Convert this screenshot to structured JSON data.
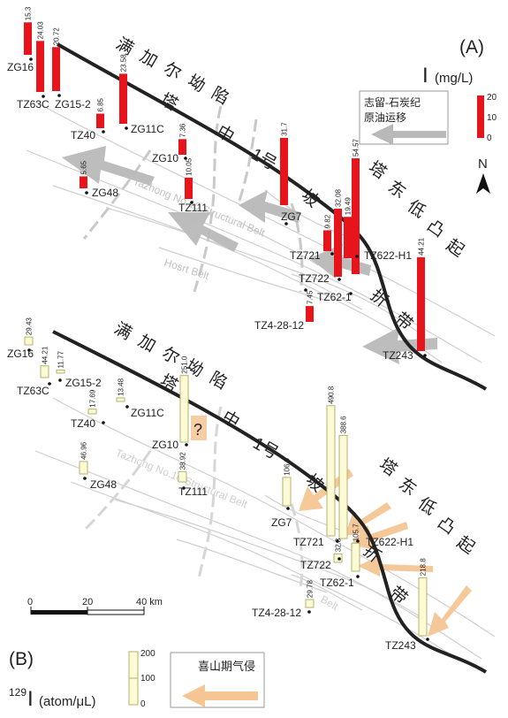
{
  "panel_a": {
    "label": "(A)",
    "unit_symbol": "I",
    "unit": "(mg/L)",
    "scale_ticks": [
      "20",
      "10",
      "0"
    ],
    "legend_text_line1": "志留-石炭纪",
    "legend_text_line2": "原油运移",
    "north": "N",
    "region_labels": {
      "depression": [
        "满",
        "加",
        "尔",
        "坳",
        "陷"
      ],
      "zone": [
        "塔",
        "中",
        "1号",
        "坡",
        "折",
        "带"
      ],
      "uplift": [
        "塔",
        "东",
        "低",
        "凸",
        "起"
      ],
      "structure_belt": "Tazhong No.10 Structural Belt",
      "hosrt_belt": "Hosrt Belt"
    },
    "bars": [
      {
        "well": "ZG16",
        "value": 15.3,
        "value_label": "15.3"
      },
      {
        "well": "TZ63C",
        "value": 24.03,
        "value_label": "24.03"
      },
      {
        "well": "ZG15-2",
        "value": 20.72,
        "value_label": "20.72"
      },
      {
        "well": "ZG11C",
        "value": 23.58,
        "value_label": "23.58"
      },
      {
        "well": "TZ40",
        "value": 6.85,
        "value_label": "6.85"
      },
      {
        "well": "ZG10",
        "value": 7.36,
        "value_label": "7.36"
      },
      {
        "well": "ZG48",
        "value": 5.65,
        "value_label": "5.65"
      },
      {
        "well": "TZ111",
        "value": 10.05,
        "value_label": "10.05"
      },
      {
        "well": "ZG7",
        "value": 31.7,
        "value_label": "31.7"
      },
      {
        "well": "TZ721",
        "value": 9.82,
        "value_label": "9.82"
      },
      {
        "well": "TZ722",
        "value": 32.08,
        "value_label": "32.08"
      },
      {
        "well": "TZ62-1",
        "value": 19.49,
        "value_label": "19.49"
      },
      {
        "well": "TZ622-H1",
        "value": 54.57,
        "value_label": "54.57"
      },
      {
        "well": "TZ4-28-12",
        "value": 7.45,
        "value_label": "7.45"
      },
      {
        "well": "TZ243",
        "value": 44.21,
        "value_label": "44.21"
      }
    ]
  },
  "panel_b": {
    "label": "(B)",
    "unit_prefix": "129",
    "unit_symbol": "I",
    "unit": "(atom/μL)",
    "scale_ticks": [
      "200",
      "100",
      "0"
    ],
    "legend_text": "喜山期气侵",
    "question_mark": "?",
    "scalebar": {
      "ticks": [
        "0",
        "20",
        "40 km"
      ]
    },
    "region_labels": {
      "depression": [
        "满",
        "加",
        "尔",
        "坳",
        "陷"
      ],
      "zone": [
        "塔",
        "中",
        "1号",
        "坡",
        "折",
        "带"
      ],
      "uplift": [
        "塔",
        "东",
        "低",
        "凸",
        "起"
      ],
      "structure_belt": "Tazhong No.10 Structural Belt",
      "hosrt_belt": "Belt"
    },
    "bars": [
      {
        "well": "ZG16",
        "value": 29.43,
        "value_label": "29.43"
      },
      {
        "well": "TZ63C",
        "value": 44.21,
        "value_label": "44.21"
      },
      {
        "well": "ZG15-2",
        "value": 11.77,
        "value_label": "11.77"
      },
      {
        "well": "TZ40",
        "value": 17.69,
        "value_label": "17.69"
      },
      {
        "well": "ZG11C",
        "value": 13.48,
        "value_label": "13.48"
      },
      {
        "well": "ZG10",
        "value": 251.0,
        "value_label": "251.0"
      },
      {
        "well": "TZ111",
        "value": 38.92,
        "value_label": "38.92"
      },
      {
        "well": "ZG48",
        "value": 46.96,
        "value_label": "46.96"
      },
      {
        "well": "ZG7",
        "value": 106.9,
        "value_label": "106.9"
      },
      {
        "well": "TZ721",
        "value": 490.8,
        "value_label": "490.8"
      },
      {
        "well": "TZ622-H1",
        "value": 388.6,
        "value_label": "388.6"
      },
      {
        "well": "TZ722",
        "value": 32.3,
        "value_label": "32.3"
      },
      {
        "well": "TZ62-1",
        "value": 105.7,
        "value_label": "105.7"
      },
      {
        "well": "TZ4-28-12",
        "value": 29.78,
        "value_label": "29.78"
      },
      {
        "well": "TZ243",
        "value": 218.8,
        "value_label": "218.8"
      }
    ]
  },
  "colors": {
    "panel_a_bar": "#e8141b",
    "panel_b_bar": "#fdfbd3",
    "panel_b_bar_stroke": "#b7b173",
    "migration_arrow": "#b9b9b9",
    "gas_arrow": "#f5c694",
    "fault": "#222222",
    "structure": "#c8c8c8"
  }
}
